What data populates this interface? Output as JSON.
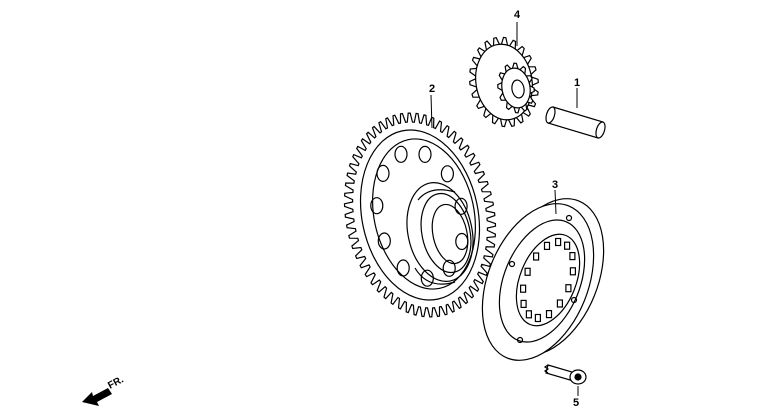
{
  "diagram": {
    "callouts": [
      {
        "id": "part-1",
        "label": "1"
      },
      {
        "id": "part-2",
        "label": "2"
      },
      {
        "id": "part-3",
        "label": "3"
      },
      {
        "id": "part-4",
        "label": "4"
      },
      {
        "id": "part-5",
        "label": "5"
      }
    ],
    "direction_label": "FR."
  }
}
